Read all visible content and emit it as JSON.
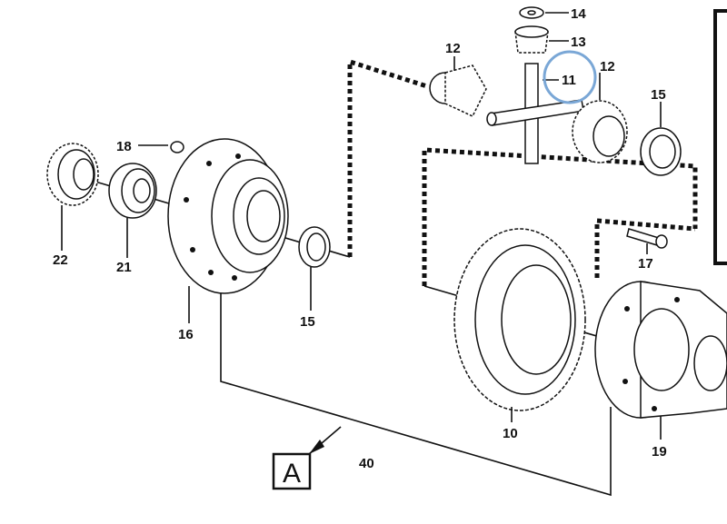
{
  "callouts": {
    "p10": "10",
    "p11": "11",
    "p12a": "12",
    "p12b": "12",
    "p13": "13",
    "p14": "14",
    "p15a": "15",
    "p15b": "15",
    "p16": "16",
    "p17": "17",
    "p18": "18",
    "p19": "19",
    "p21": "21",
    "p22": "22",
    "p40": "40"
  },
  "view_label": "A",
  "highlight_color": "#7aa7d6"
}
